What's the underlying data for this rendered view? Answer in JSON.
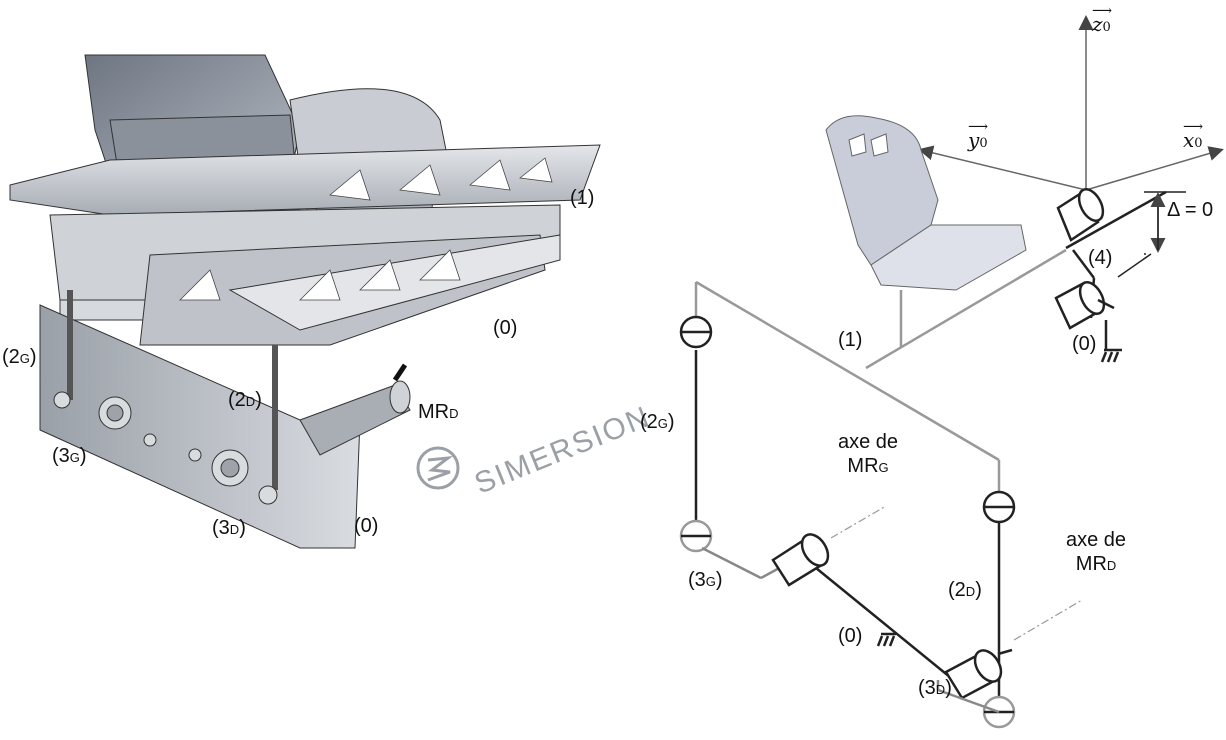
{
  "brand": {
    "text": "SIMERSION"
  },
  "left_labels": {
    "l1": {
      "base": "(1)",
      "sub": ""
    },
    "l0a": {
      "base": "(0)",
      "sub": ""
    },
    "l0b": {
      "base": "(0)",
      "sub": ""
    },
    "l2g": {
      "base": "(2",
      "sub": "G",
      "close": ")"
    },
    "l2d": {
      "base": "(2",
      "sub": "D",
      "close": ")"
    },
    "l3g": {
      "base": "(3",
      "sub": "G",
      "close": ")"
    },
    "l3d": {
      "base": "(3",
      "sub": "D",
      "close": ")"
    },
    "mrd": {
      "base": "MR",
      "sub": "D"
    }
  },
  "right_labels": {
    "z0": {
      "base": "z",
      "sub": "0"
    },
    "y0": {
      "base": "y",
      "sub": "0"
    },
    "x0": {
      "base": "x",
      "sub": "0"
    },
    "delta": "Δ = 0",
    "r4": "(4)",
    "r0a": "(0)",
    "r1": "(1)",
    "r2g": {
      "base": "(2",
      "sub": "G",
      "close": ")"
    },
    "r3g": {
      "base": "(3",
      "sub": "G",
      "close": ")"
    },
    "r2d": {
      "base": "(2",
      "sub": "D",
      "close": ")"
    },
    "r3d": {
      "base": "(3",
      "sub": "D",
      "close": ")"
    },
    "r0b": "(0)",
    "axe_g": {
      "line1": "axe de",
      "base": "MR",
      "sub": "G"
    },
    "axe_d": {
      "line1": "axe de",
      "base": "MR",
      "sub": "D"
    }
  }
}
